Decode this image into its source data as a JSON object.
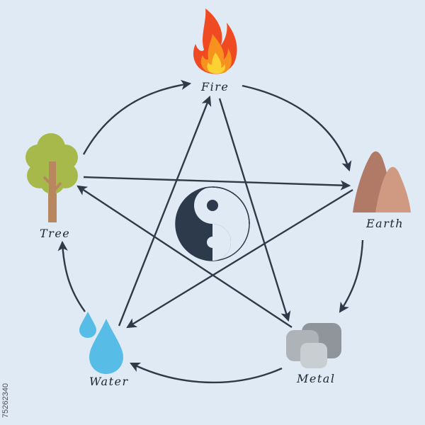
{
  "elements": {
    "fire": {
      "label": "Fire"
    },
    "earth": {
      "label": "Earth"
    },
    "metal": {
      "label": "Metal"
    },
    "water": {
      "label": "Water"
    },
    "tree": {
      "label": "Tree"
    }
  },
  "side_id": "75262340",
  "colors": {
    "background": "#dfeaf5",
    "arrow": "#2f3a48",
    "yin_yang_dark": "#2d3a4b",
    "fire_outer": "#f04a23",
    "fire_mid": "#f7921e",
    "fire_inner": "#fcd232",
    "earth_light": "#d09a82",
    "earth_dark": "#b07a66",
    "metal_dark": "#8f959a",
    "metal_light": "#c9ced2",
    "water": "#57bce6",
    "tree_crown": "#a7b94a",
    "tree_trunk": "#b8865f"
  },
  "icons": {
    "fire": "flame-icon",
    "earth": "mountain-icon",
    "metal": "metal-stones-icon",
    "water": "water-drops-icon",
    "tree": "tree-icon",
    "center": "yin-yang-icon"
  }
}
